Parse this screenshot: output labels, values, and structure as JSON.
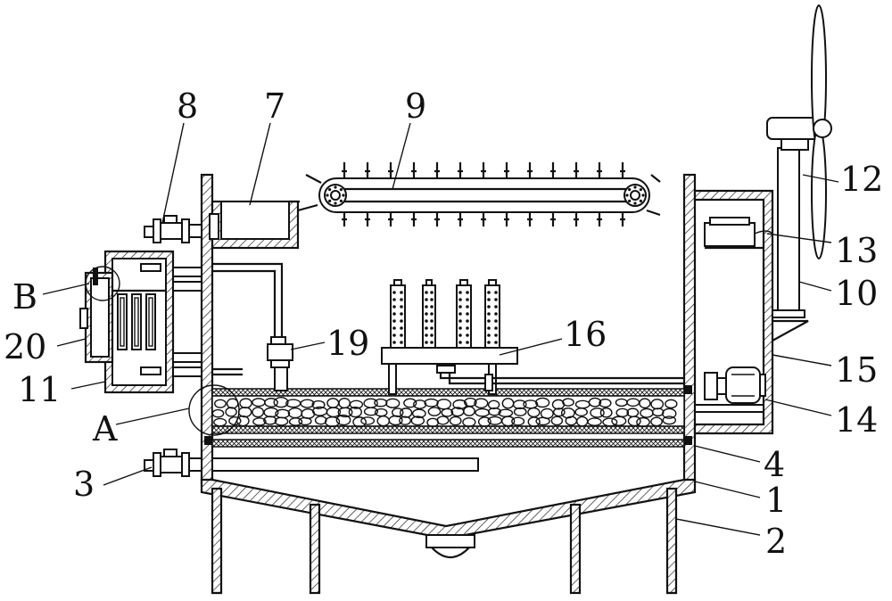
{
  "labels": {
    "l1": "1",
    "l2": "2",
    "l3": "3",
    "l4": "4",
    "l7": "7",
    "l8": "8",
    "l9": "9",
    "l10": "10",
    "l11": "11",
    "l12": "12",
    "l13": "13",
    "l14": "14",
    "l15": "15",
    "l16": "16",
    "l19": "19",
    "l20": "20",
    "lA": "A",
    "lB": "B"
  },
  "colors": {
    "line": "#111111",
    "background": "#ffffff"
  }
}
